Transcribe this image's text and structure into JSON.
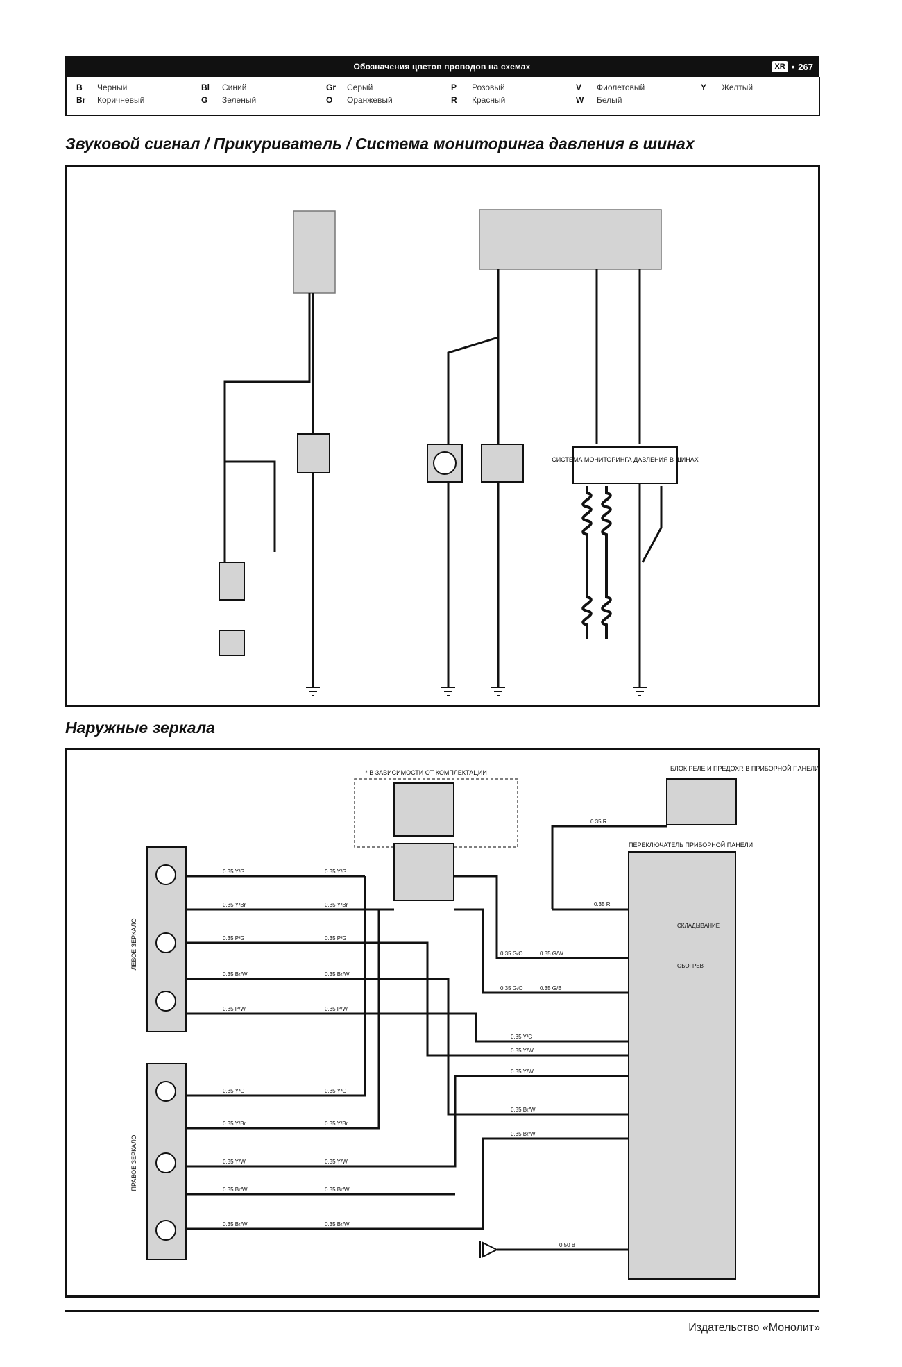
{
  "header": {
    "title": "Обозначения цветов проводов на схемах",
    "badge": "XR",
    "page_number": "267"
  },
  "legend": [
    {
      "code": "B",
      "label": "Черный"
    },
    {
      "code": "Br",
      "label": "Коричневый"
    },
    {
      "code": "Bl",
      "label": "Синий"
    },
    {
      "code": "G",
      "label": "Зеленый"
    },
    {
      "code": "Gr",
      "label": "Серый"
    },
    {
      "code": "O",
      "label": "Оранжевый"
    },
    {
      "code": "P",
      "label": "Розовый"
    },
    {
      "code": "R",
      "label": "Красный"
    },
    {
      "code": "V",
      "label": "Фиолетовый"
    },
    {
      "code": "W",
      "label": "Белый"
    },
    {
      "code": "Y",
      "label": "Желтый"
    }
  ],
  "section1": {
    "title": "Звуковой сигнал / Прикуриватель / Система мониторинга давления в шинах",
    "tpms_label": "СИСТЕМА МОНИТОРИНГА ДАВЛЕНИЯ В ШИНАХ"
  },
  "section2": {
    "title": "Наружные зеркала",
    "note": "* В ЗАВИСИМОСТИ ОТ КОМПЛЕКТАЦИИ",
    "relay_block_label": "БЛОК РЕЛЕ И ПРЕДОХР. В ПРИБОРНОЙ ПАНЕЛИ",
    "switch_label": "ПЕРЕКЛЮЧАТЕЛЬ ПРИБОРНОЙ ПАНЕЛИ",
    "folding_label": "СКЛАДЫВАНИЕ",
    "heating_label": "ОБОГРЕВ",
    "left_mirror": "ЛЕВОЕ ЗЕРКАЛО",
    "right_mirror": "ПРАВОЕ ЗЕРКАЛО",
    "wire_labels_left": [
      "0.35 Y/G",
      "0.35 Y/Br",
      "0.35 P/G",
      "0.35 Br/W",
      "0.35 P/W",
      "0.35 Y/G",
      "0.35 Y/Br",
      "0.35 Y/W",
      "0.35 Br/W",
      "0.35 Br/W"
    ],
    "wire_labels_right": [
      "0.35 Y/G",
      "0.35 Y/Br",
      "0.35 P/G",
      "0.35 Br/W",
      "0.35 P/W",
      "0.35 Y/G",
      "0.35 Y/Br",
      "0.35 Y/W",
      "0.35 Br/W",
      "0.35 Br/W"
    ],
    "switch_wire_labels": [
      "0.35 R",
      "0.35 G/O",
      "0.35 G/W",
      "0.35 G/O",
      "0.35 G/B",
      "0.35 Y/G",
      "0.35 Y/W",
      "0.35 Y/W",
      "0.35 Br/W",
      "0.35 Br/W",
      "0.50 B"
    ],
    "fuse_wire": "0.35 R"
  },
  "footer": {
    "publisher": "Издательство «Монолит»"
  },
  "colors": {
    "ink": "#111111",
    "component_fill": "#d4d4d4",
    "page_bg": "#ffffff"
  }
}
